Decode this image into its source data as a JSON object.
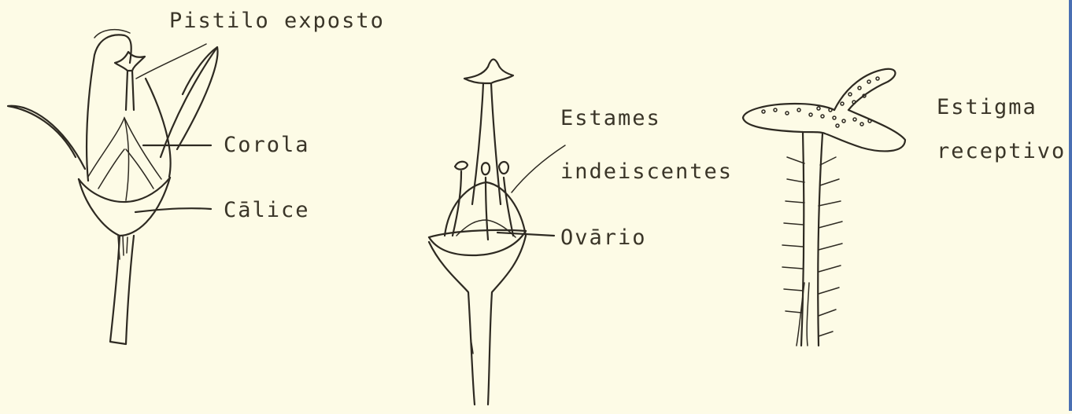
{
  "labels": {
    "pistilo_exposto": "Pistilo exposto",
    "corola": "Corola",
    "calice": "Cālice",
    "estames_line1": "Estames",
    "estames_line2": "indeiscentes",
    "ovario": "Ovārio",
    "estigma_line1": "Estigma",
    "estigma_line2": "receptivo"
  },
  "colors": {
    "background": "#fdfbe6",
    "ink": "#2e2a22",
    "right_edge": "#4a6fb3"
  }
}
